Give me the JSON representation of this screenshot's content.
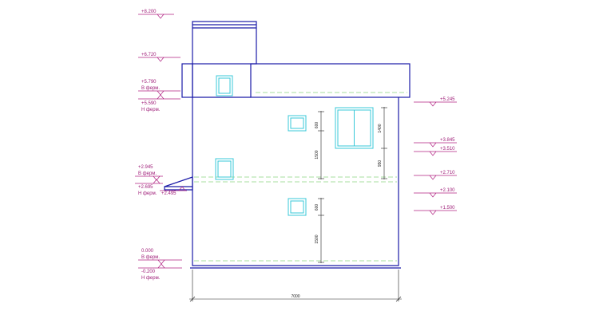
{
  "colors": {
    "outline": "#1a1aa8",
    "window": "#38c8d8",
    "level_mark": "#b02080",
    "dashed_line": "#50c040",
    "dimension": "#222222"
  },
  "levels_left": [
    {
      "value": "+8.200"
    },
    {
      "value": "+6.720"
    },
    {
      "value": "+5.790",
      "note": "В ферм."
    },
    {
      "value": "+5.590",
      "note": "Н ферм."
    },
    {
      "value": "+2.945",
      "note": "В ферм."
    },
    {
      "value": "+2.695",
      "note": "Н ферм."
    },
    {
      "value": "+2.495"
    },
    {
      "value": "0.000",
      "note": "В ферм."
    },
    {
      "value": "-0.200",
      "note": "Н ферм."
    }
  ],
  "levels_right": [
    {
      "value": "+5.245"
    },
    {
      "value": "+3.845"
    },
    {
      "value": "+3.510"
    },
    {
      "value": "+2.710"
    },
    {
      "value": "+2.100"
    },
    {
      "value": "+1.500"
    }
  ],
  "dimensions": {
    "overall_width": "7000",
    "upper_window_height": "600",
    "upper_sill_height": "1500",
    "door_height": "1400",
    "door_sill_height": "950",
    "lower_window_height": "600",
    "lower_sill_height": "1500"
  }
}
